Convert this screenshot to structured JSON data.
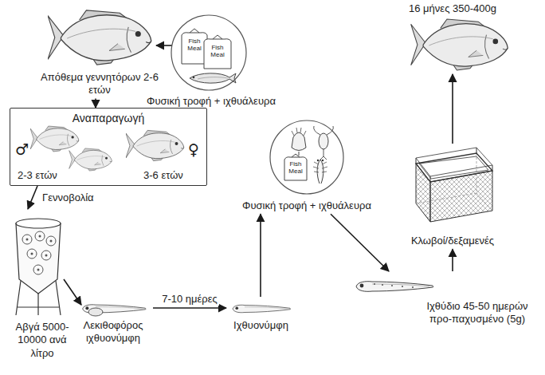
{
  "diagram": {
    "nodes": [
      {
        "text": [
          "Απόθεμα γεννητόρων 2-6 ετών"
        ]
      },
      {
        "text": [
          "Fish Meal",
          "Fish Meal",
          "Φυσική τροφή + ιχθυάλευρα"
        ]
      },
      {
        "text": [
          "16 μήνες 350-400g"
        ]
      },
      {
        "text": [
          "Αναπαραγωγή"
        ]
      },
      {
        "text": [
          "Κλωβοί/δεξαμενές"
        ]
      },
      {
        "text": [
          "Fish Meal",
          "Φυσική τροφή + ιχθυάλευρα"
        ]
      },
      {
        "text": [
          "Αβγά 5000-10000 ανά λίτρο"
        ]
      },
      {
        "text": [
          "Λεκιθοφόρος ιχθυονύμφη"
        ]
      },
      {
        "text": [
          "Ιχθυονύμφη"
        ]
      },
      {
        "text": [
          "Ιχθύδιο 45-50 ημερών προ-παχυσμένο (5g)"
        ]
      }
    ],
    "edges": [
      {
        "from": 1,
        "to": 0,
        "arrow": "to"
      },
      {
        "from": 0,
        "to": 3,
        "arrow": "to"
      },
      {
        "from": 3,
        "to": 6,
        "label": "Γεννοβολία",
        "arrow": "to"
      },
      {
        "from": 6,
        "to": 7,
        "arrow": "to"
      },
      {
        "from": 7,
        "to": 8,
        "label": "7-10 ημέρες",
        "arrow": "to"
      },
      {
        "from": 8,
        "to": 5,
        "arrow": "to"
      },
      {
        "from": 5,
        "to": 9,
        "arrow": "to"
      },
      {
        "from": 9,
        "to": 4,
        "arrow": "to"
      },
      {
        "from": 4,
        "to": 2,
        "arrow": "to"
      }
    ],
    "labels": [
      "♂",
      "2-3 ετών",
      "♀",
      "3-6 ετών"
    ]
  }
}
